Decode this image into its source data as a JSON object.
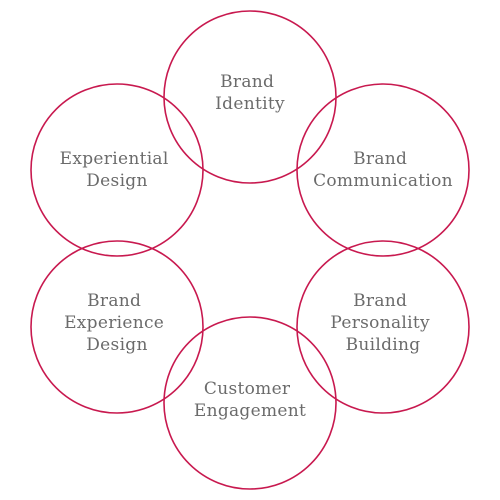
{
  "diagram": {
    "colors": {
      "circle_stroke": "#c8194f",
      "label_text": "#6b6b6b",
      "background": "#ffffff"
    },
    "nodes": [
      {
        "id": "brand-identity",
        "lines": [
          "Brand",
          "Identity"
        ]
      },
      {
        "id": "brand-communication",
        "lines": [
          "Brand",
          "Communication"
        ]
      },
      {
        "id": "brand-personality-building",
        "lines": [
          "Brand",
          "Personality",
          "Building"
        ]
      },
      {
        "id": "customer-engagement",
        "lines": [
          "Customer",
          "Engagement"
        ]
      },
      {
        "id": "brand-experience-design",
        "lines": [
          "Brand",
          "Experience",
          "Design"
        ]
      },
      {
        "id": "experiential-design",
        "lines": [
          "Experiential",
          "Design"
        ]
      }
    ]
  }
}
